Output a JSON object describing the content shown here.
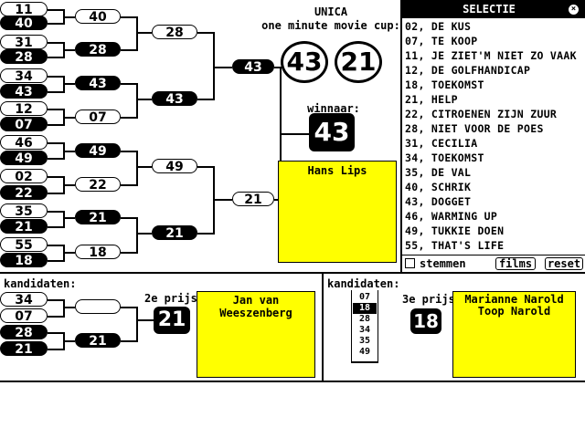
{
  "header": {
    "title": "UNICA",
    "subtitle": "one minute movie cup:",
    "score_left": "43",
    "score_right": "21"
  },
  "winner": {
    "label": "winnaar:",
    "number": "43",
    "name": "Hans Lips"
  },
  "bracket": {
    "r1": [
      "11",
      "40",
      "31",
      "28",
      "34",
      "43",
      "12",
      "07",
      "46",
      "49",
      "02",
      "22",
      "35",
      "21",
      "55",
      "18"
    ],
    "r2": [
      "40",
      "28",
      "43",
      "07",
      "49",
      "22",
      "21",
      "18"
    ],
    "r3": [
      "28",
      "43",
      "49",
      "21"
    ],
    "r4": [
      "43",
      "21"
    ]
  },
  "selectie": {
    "title": "SELECTIE",
    "items": [
      "02, DE KUS",
      "07, TE KOOP",
      "11, JE ZIET'M NIET ZO VAAK",
      "12, DE GOLFHANDICAP",
      "18, TOEKOMST",
      "21, HELP",
      "22, CITROENEN ZIJN ZUUR",
      "28, NIET VOOR DE POES",
      "31, CECILIA",
      "34, TOEKOMST",
      "35, DE VAL",
      "40, SCHRIK",
      "43, DOGGET",
      "46, WARMING UP",
      "49, TUKKIE DOEN",
      "55, THAT'S LIFE"
    ],
    "checkbox_label": "stemmen",
    "films_button": "films",
    "reset_button": "reset"
  },
  "second": {
    "kandidaten_label": "kandidaten:",
    "candidates": [
      "34",
      "07",
      "28",
      "21"
    ],
    "round2": [
      "",
      "21"
    ],
    "prize_label": "2e prijs:",
    "prize_number": "21",
    "name": "Jan van Weeszenberg"
  },
  "third": {
    "kandidaten_label": "kandidaten:",
    "list": [
      "07",
      "18",
      "28",
      "34",
      "35",
      "49"
    ],
    "selected": "18",
    "prize_label": "3e prijs:",
    "prize_number": "18",
    "name": "Marianne Narold Toop Narold"
  }
}
